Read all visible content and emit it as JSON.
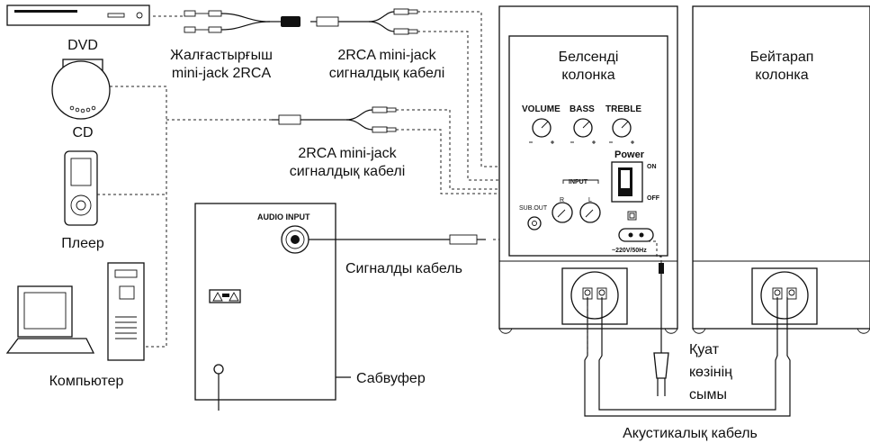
{
  "devices": {
    "dvd": "DVD",
    "cd": "CD",
    "player": "Плеер",
    "computer": "Компьютер"
  },
  "cables": {
    "adapter_line1": "Жалғастырғыш",
    "adapter_line2": "mini-jack 2RCA",
    "rca_cable_top_line1": "2RCA mini-jack",
    "rca_cable_top_line2": "сигналдық кабелі",
    "rca_cable_mid_line1": "2RCA mini-jack",
    "rca_cable_mid_line2": "сигналдық кабелі",
    "signal_cable": "Сигналды кабель",
    "speaker_cable": "Акустикалық кабель"
  },
  "subwoofer": {
    "audio_input": "AUDIO INPUT",
    "label": "Сабвуфер"
  },
  "active_speaker": {
    "title_line1": "Белсенді",
    "title_line2": "колонка",
    "volume": "VOLUME",
    "bass": "BASS",
    "treble": "TREBLE",
    "power": "Power",
    "on": "ON",
    "off": "OFF",
    "input": "INPUT",
    "r": "R",
    "l": "L",
    "sub_out": "SUB.OUT",
    "voltage": "~220V/50Hz"
  },
  "passive_speaker": {
    "title_line1": "Бейтарап",
    "title_line2": "колонка"
  },
  "power_cord": {
    "line1": "Қуат",
    "line2": "көзінің",
    "line3": "сымы"
  }
}
